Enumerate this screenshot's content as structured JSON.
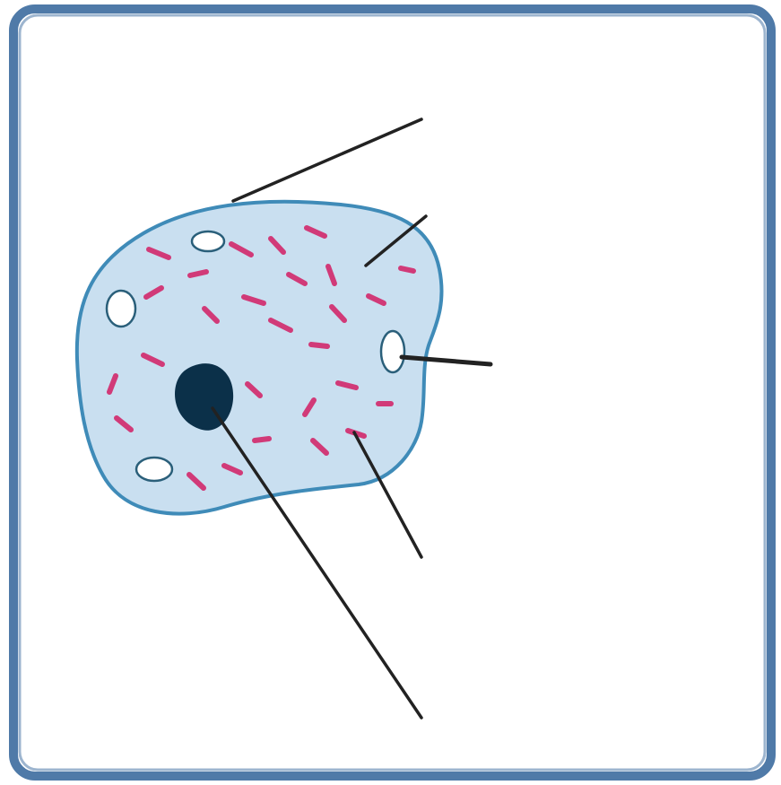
{
  "diagram": {
    "subject": "cell-diagram",
    "colors": {
      "frame_border": "#4f7aa8",
      "frame_fill": "#ffffff",
      "cell_fill": "#c9dff0",
      "cell_membrane": "#3f8bb8",
      "nucleus": "#0b3049",
      "granules": "#d13a78",
      "vacuoles_fill": "#ffffff",
      "vacuoles_stroke": "#2a5f7a",
      "pointer_lines": "#222222"
    },
    "label_pointers": [
      {
        "name": "pointer-cell-membrane",
        "target": "cell-membrane",
        "label": ""
      },
      {
        "name": "pointer-cytoplasm",
        "target": "cytoplasm",
        "label": ""
      },
      {
        "name": "pointer-vacuole",
        "target": "vacuole",
        "label": ""
      },
      {
        "name": "pointer-granule",
        "target": "granule",
        "label": ""
      },
      {
        "name": "pointer-nucleus",
        "target": "nucleus",
        "label": ""
      }
    ]
  }
}
